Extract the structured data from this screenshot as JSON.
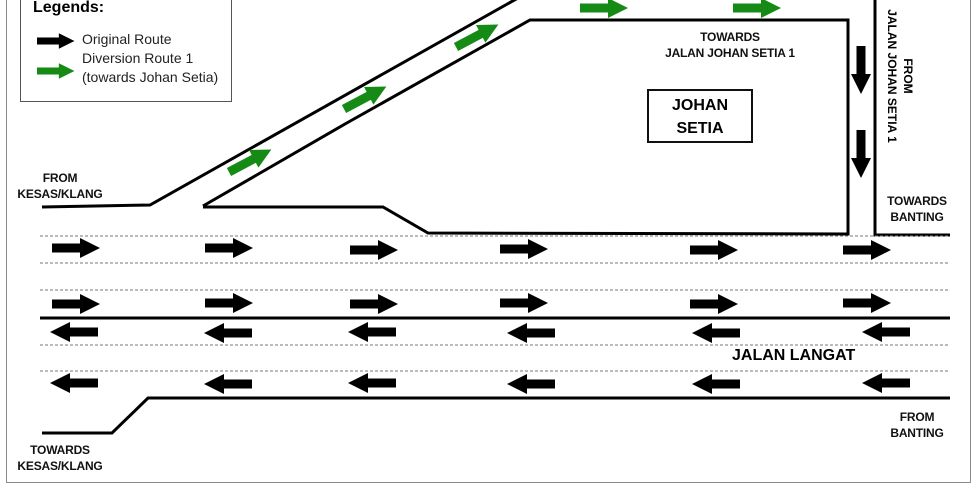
{
  "legend": {
    "title": "Legends:",
    "original_route": "Original Route",
    "diversion_line1": "Diversion Route 1",
    "diversion_line2": "(towards Johan Setia)",
    "colors": {
      "original": "#000000",
      "diversion": "#158a15"
    }
  },
  "labels": {
    "from_kesas_1": "FROM",
    "from_kesas_2": "KESAS/KLANG",
    "towards_kesas_1": "TOWARDS",
    "towards_kesas_2": "KESAS/KLANG",
    "towards_jjs_1": "TOWARDS",
    "towards_jjs_2": "JALAN JOHAN SETIA 1",
    "from_jjs_1": "FROM",
    "from_jjs_2": "JALAN JOHAN SETIA 1",
    "towards_banting_1": "TOWARDS",
    "towards_banting_2": "BANTING",
    "from_banting_1": "FROM",
    "from_banting_2": "BANTING",
    "place_1": "JOHAN",
    "place_2": "SETIA",
    "road_name": "JALAN LANGAT"
  }
}
